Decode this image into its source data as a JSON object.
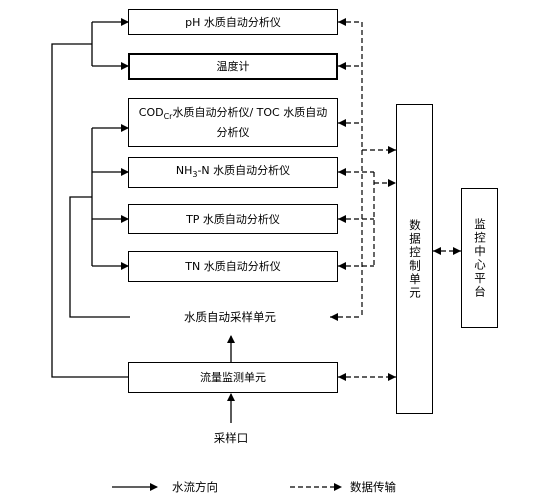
{
  "nodes": {
    "ph": "pH 水质自动分析仪",
    "temp": "温度计",
    "cod_prefix": "COD",
    "cod_sub": "Cr",
    "cod_rest": "水质自动分析仪/ TOC 水质自动分析仪",
    "nh_prefix": "NH",
    "nh_sub": "3",
    "nh_rest": "-N 水质自动分析仪",
    "tp": "TP 水质自动分析仪",
    "tn": "TN 水质自动分析仪",
    "sampling_unit": "水质自动采样单元",
    "flow_unit": "流量监测单元",
    "inlet": "采样口",
    "dcu": "数据控制单元",
    "monitor": "监控中心平台"
  },
  "legend": {
    "water_flow": "水流方向",
    "data_transfer": "数据传输"
  }
}
